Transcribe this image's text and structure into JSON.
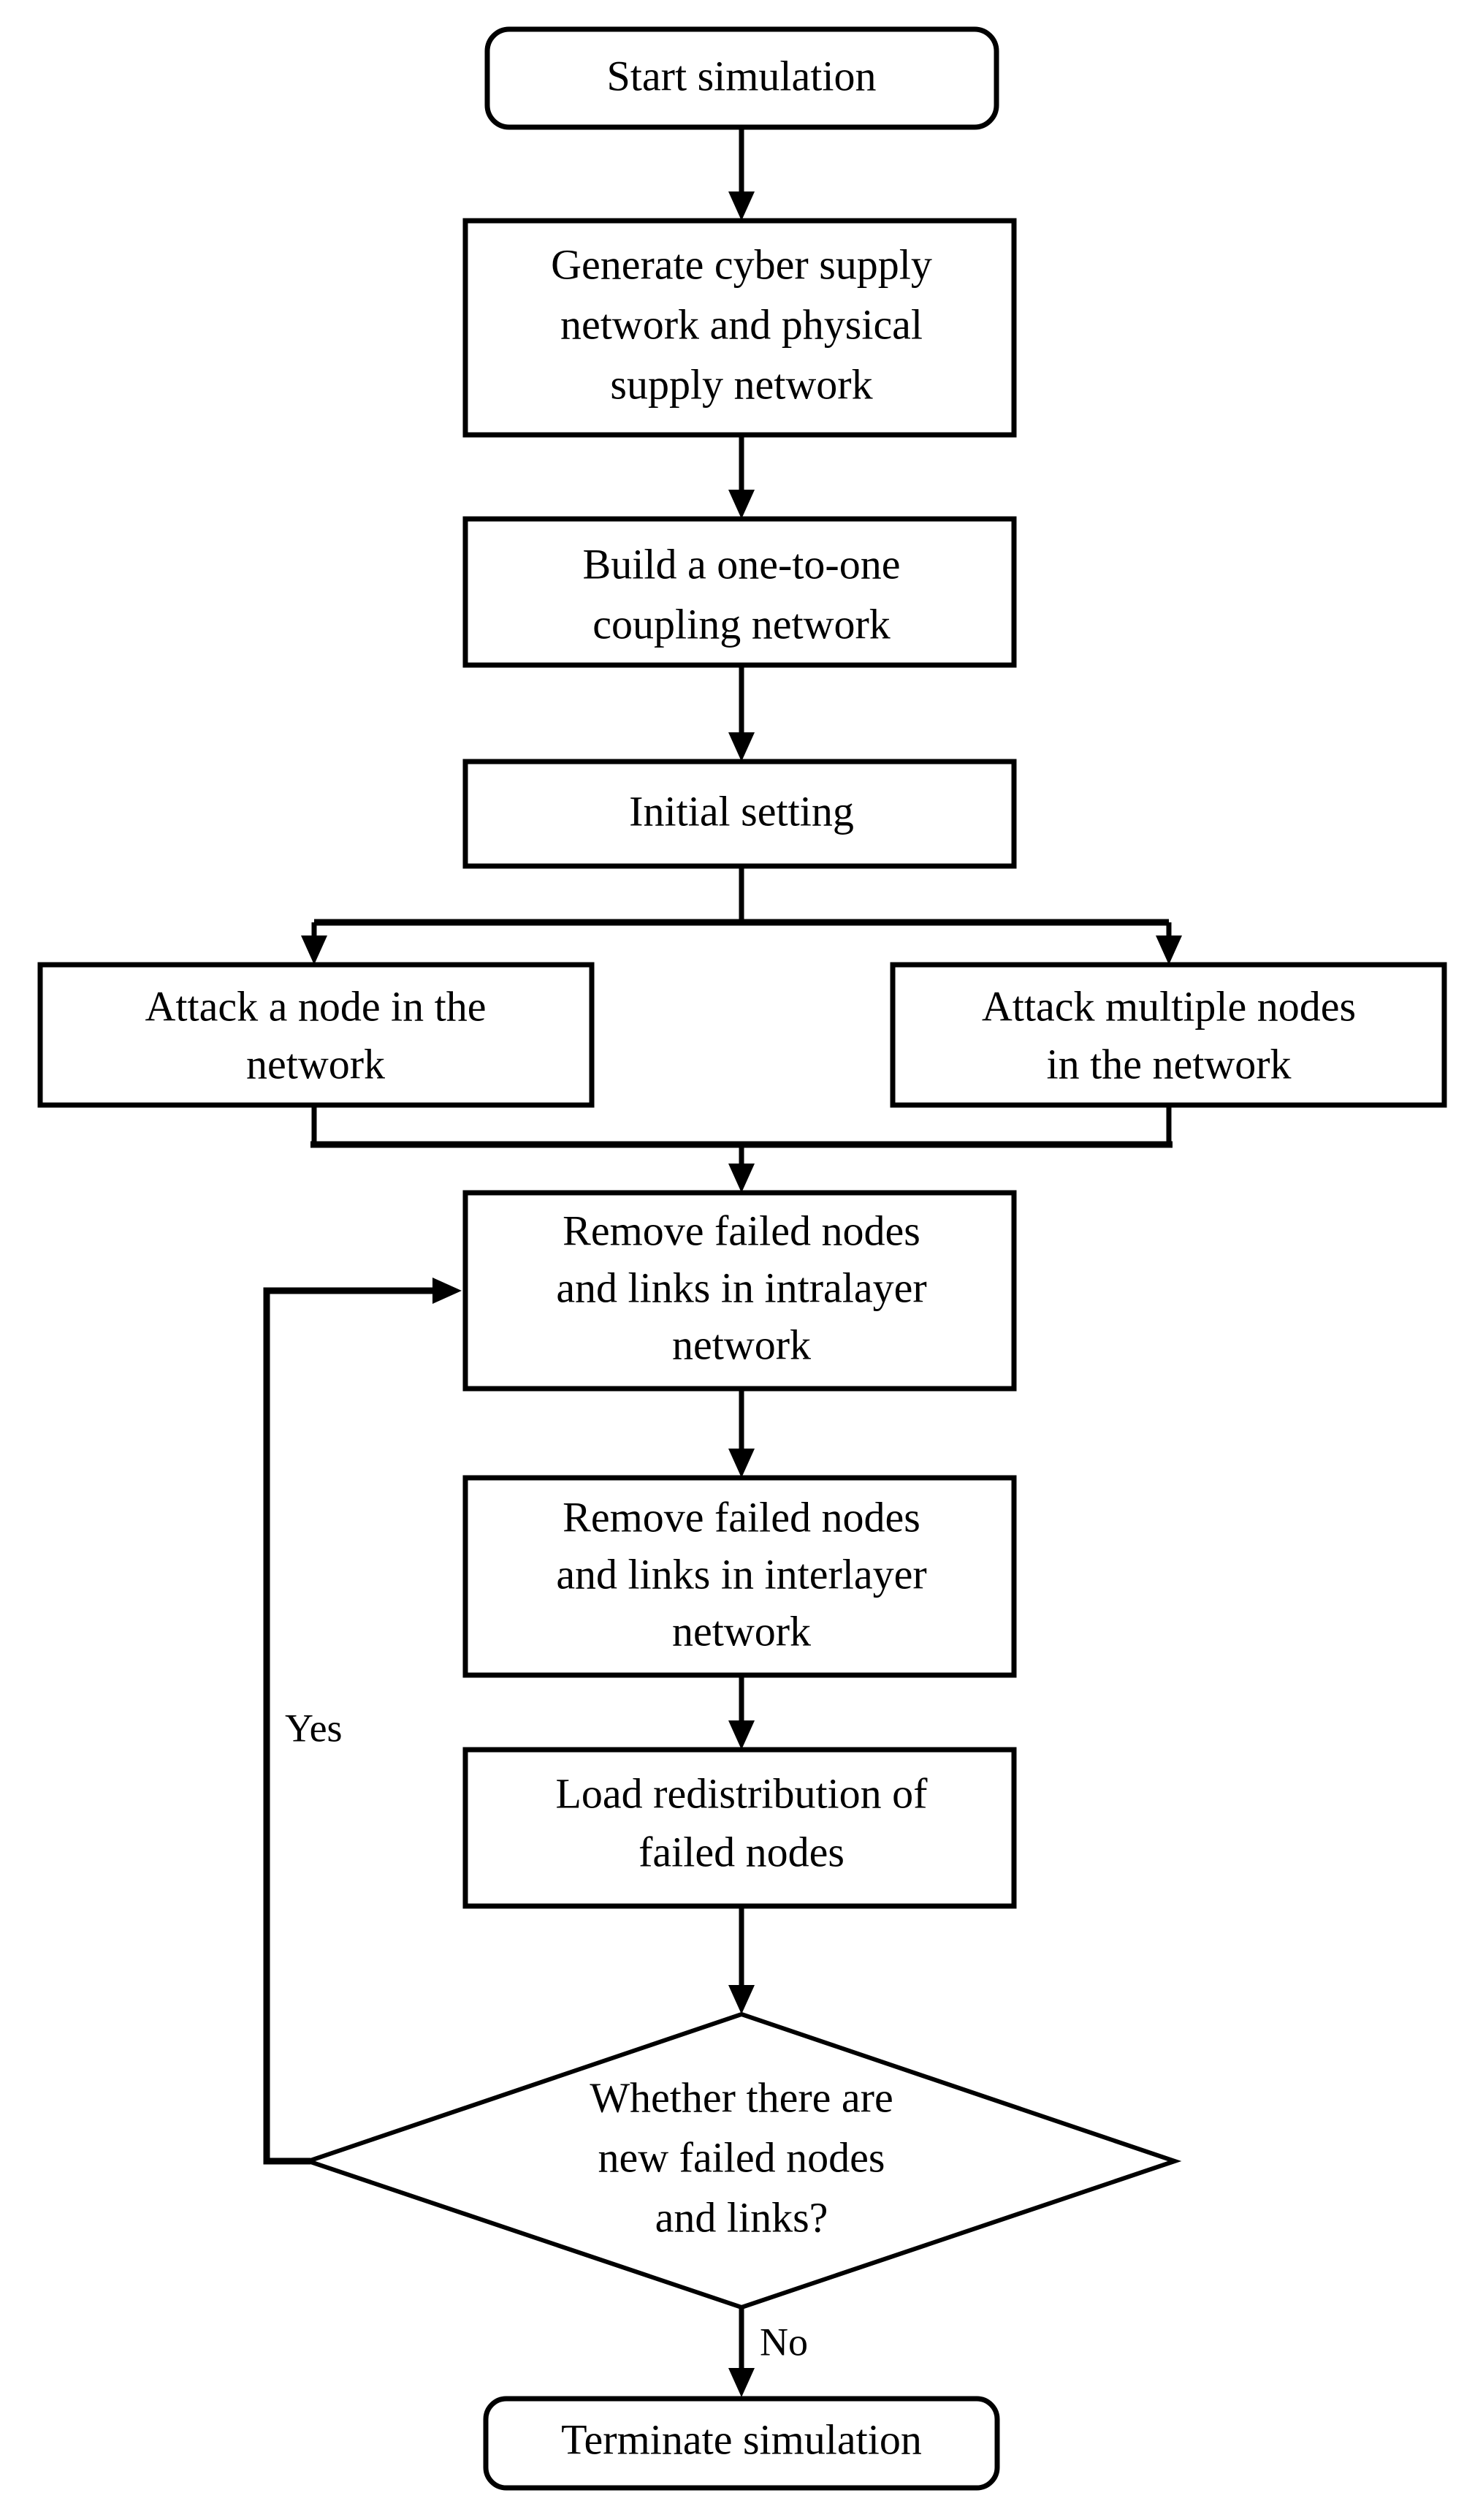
{
  "diagram": {
    "title": "Simulation flowchart",
    "type": "flowchart",
    "stroke_color": "#000000",
    "fill_color": "#ffffff",
    "background": "#ffffff"
  },
  "nodes": {
    "start": {
      "shape": "terminator",
      "lines": [
        "Start simulation"
      ],
      "l0": "Start simulation"
    },
    "generate": {
      "shape": "process",
      "lines": [
        "Generate cyber supply",
        "network and physical",
        "supply network"
      ],
      "l0": "Generate cyber supply",
      "l1": "network and physical",
      "l2": "supply network"
    },
    "build": {
      "shape": "process",
      "lines": [
        "Build a one-to-one",
        "coupling network"
      ],
      "l0": "Build a one-to-one",
      "l1": "coupling network"
    },
    "initial": {
      "shape": "process",
      "lines": [
        "Initial setting"
      ],
      "l0": "Initial setting"
    },
    "attack_single": {
      "shape": "process",
      "lines": [
        "Attack a node in the",
        "network"
      ],
      "l0": "Attack a node in the",
      "l1": "network"
    },
    "attack_multiple": {
      "shape": "process",
      "lines": [
        "Attack multiple nodes",
        "in the network"
      ],
      "l0": "Attack multiple nodes",
      "l1": "in the network"
    },
    "remove_intralayer": {
      "shape": "process",
      "lines": [
        "Remove failed nodes",
        "and links in intralayer",
        "network"
      ],
      "l0": "Remove failed nodes",
      "l1": "and links in intralayer",
      "l2": "network"
    },
    "remove_interlayer": {
      "shape": "process",
      "lines": [
        "Remove failed nodes",
        "and links in interlayer",
        "network"
      ],
      "l0": "Remove failed nodes",
      "l1": "and links in interlayer",
      "l2": "network"
    },
    "load_redistribution": {
      "shape": "process",
      "lines": [
        "Load redistribution of",
        "failed nodes"
      ],
      "l0": "Load redistribution of",
      "l1": "failed nodes"
    },
    "decision": {
      "shape": "decision",
      "lines": [
        "Whether there are",
        "new failed nodes",
        "and links?"
      ],
      "l0": "Whether there are",
      "l1": "new failed nodes",
      "l2": "and links?"
    },
    "terminate": {
      "shape": "terminator",
      "lines": [
        "Terminate simulation"
      ],
      "l0": "Terminate simulation"
    }
  },
  "edge_labels": {
    "yes": "Yes",
    "no": "No"
  },
  "edges": [
    {
      "from": "start",
      "to": "generate",
      "label": ""
    },
    {
      "from": "generate",
      "to": "build",
      "label": ""
    },
    {
      "from": "build",
      "to": "initial",
      "label": ""
    },
    {
      "from": "initial",
      "to": "attack_single",
      "label": ""
    },
    {
      "from": "initial",
      "to": "attack_multiple",
      "label": ""
    },
    {
      "from": "attack_single",
      "to": "remove_intralayer",
      "label": ""
    },
    {
      "from": "attack_multiple",
      "to": "remove_intralayer",
      "label": ""
    },
    {
      "from": "remove_intralayer",
      "to": "remove_interlayer",
      "label": ""
    },
    {
      "from": "remove_interlayer",
      "to": "load_redistribution",
      "label": ""
    },
    {
      "from": "load_redistribution",
      "to": "decision",
      "label": ""
    },
    {
      "from": "decision",
      "to": "remove_intralayer",
      "label": "Yes"
    },
    {
      "from": "decision",
      "to": "terminate",
      "label": "No"
    }
  ]
}
